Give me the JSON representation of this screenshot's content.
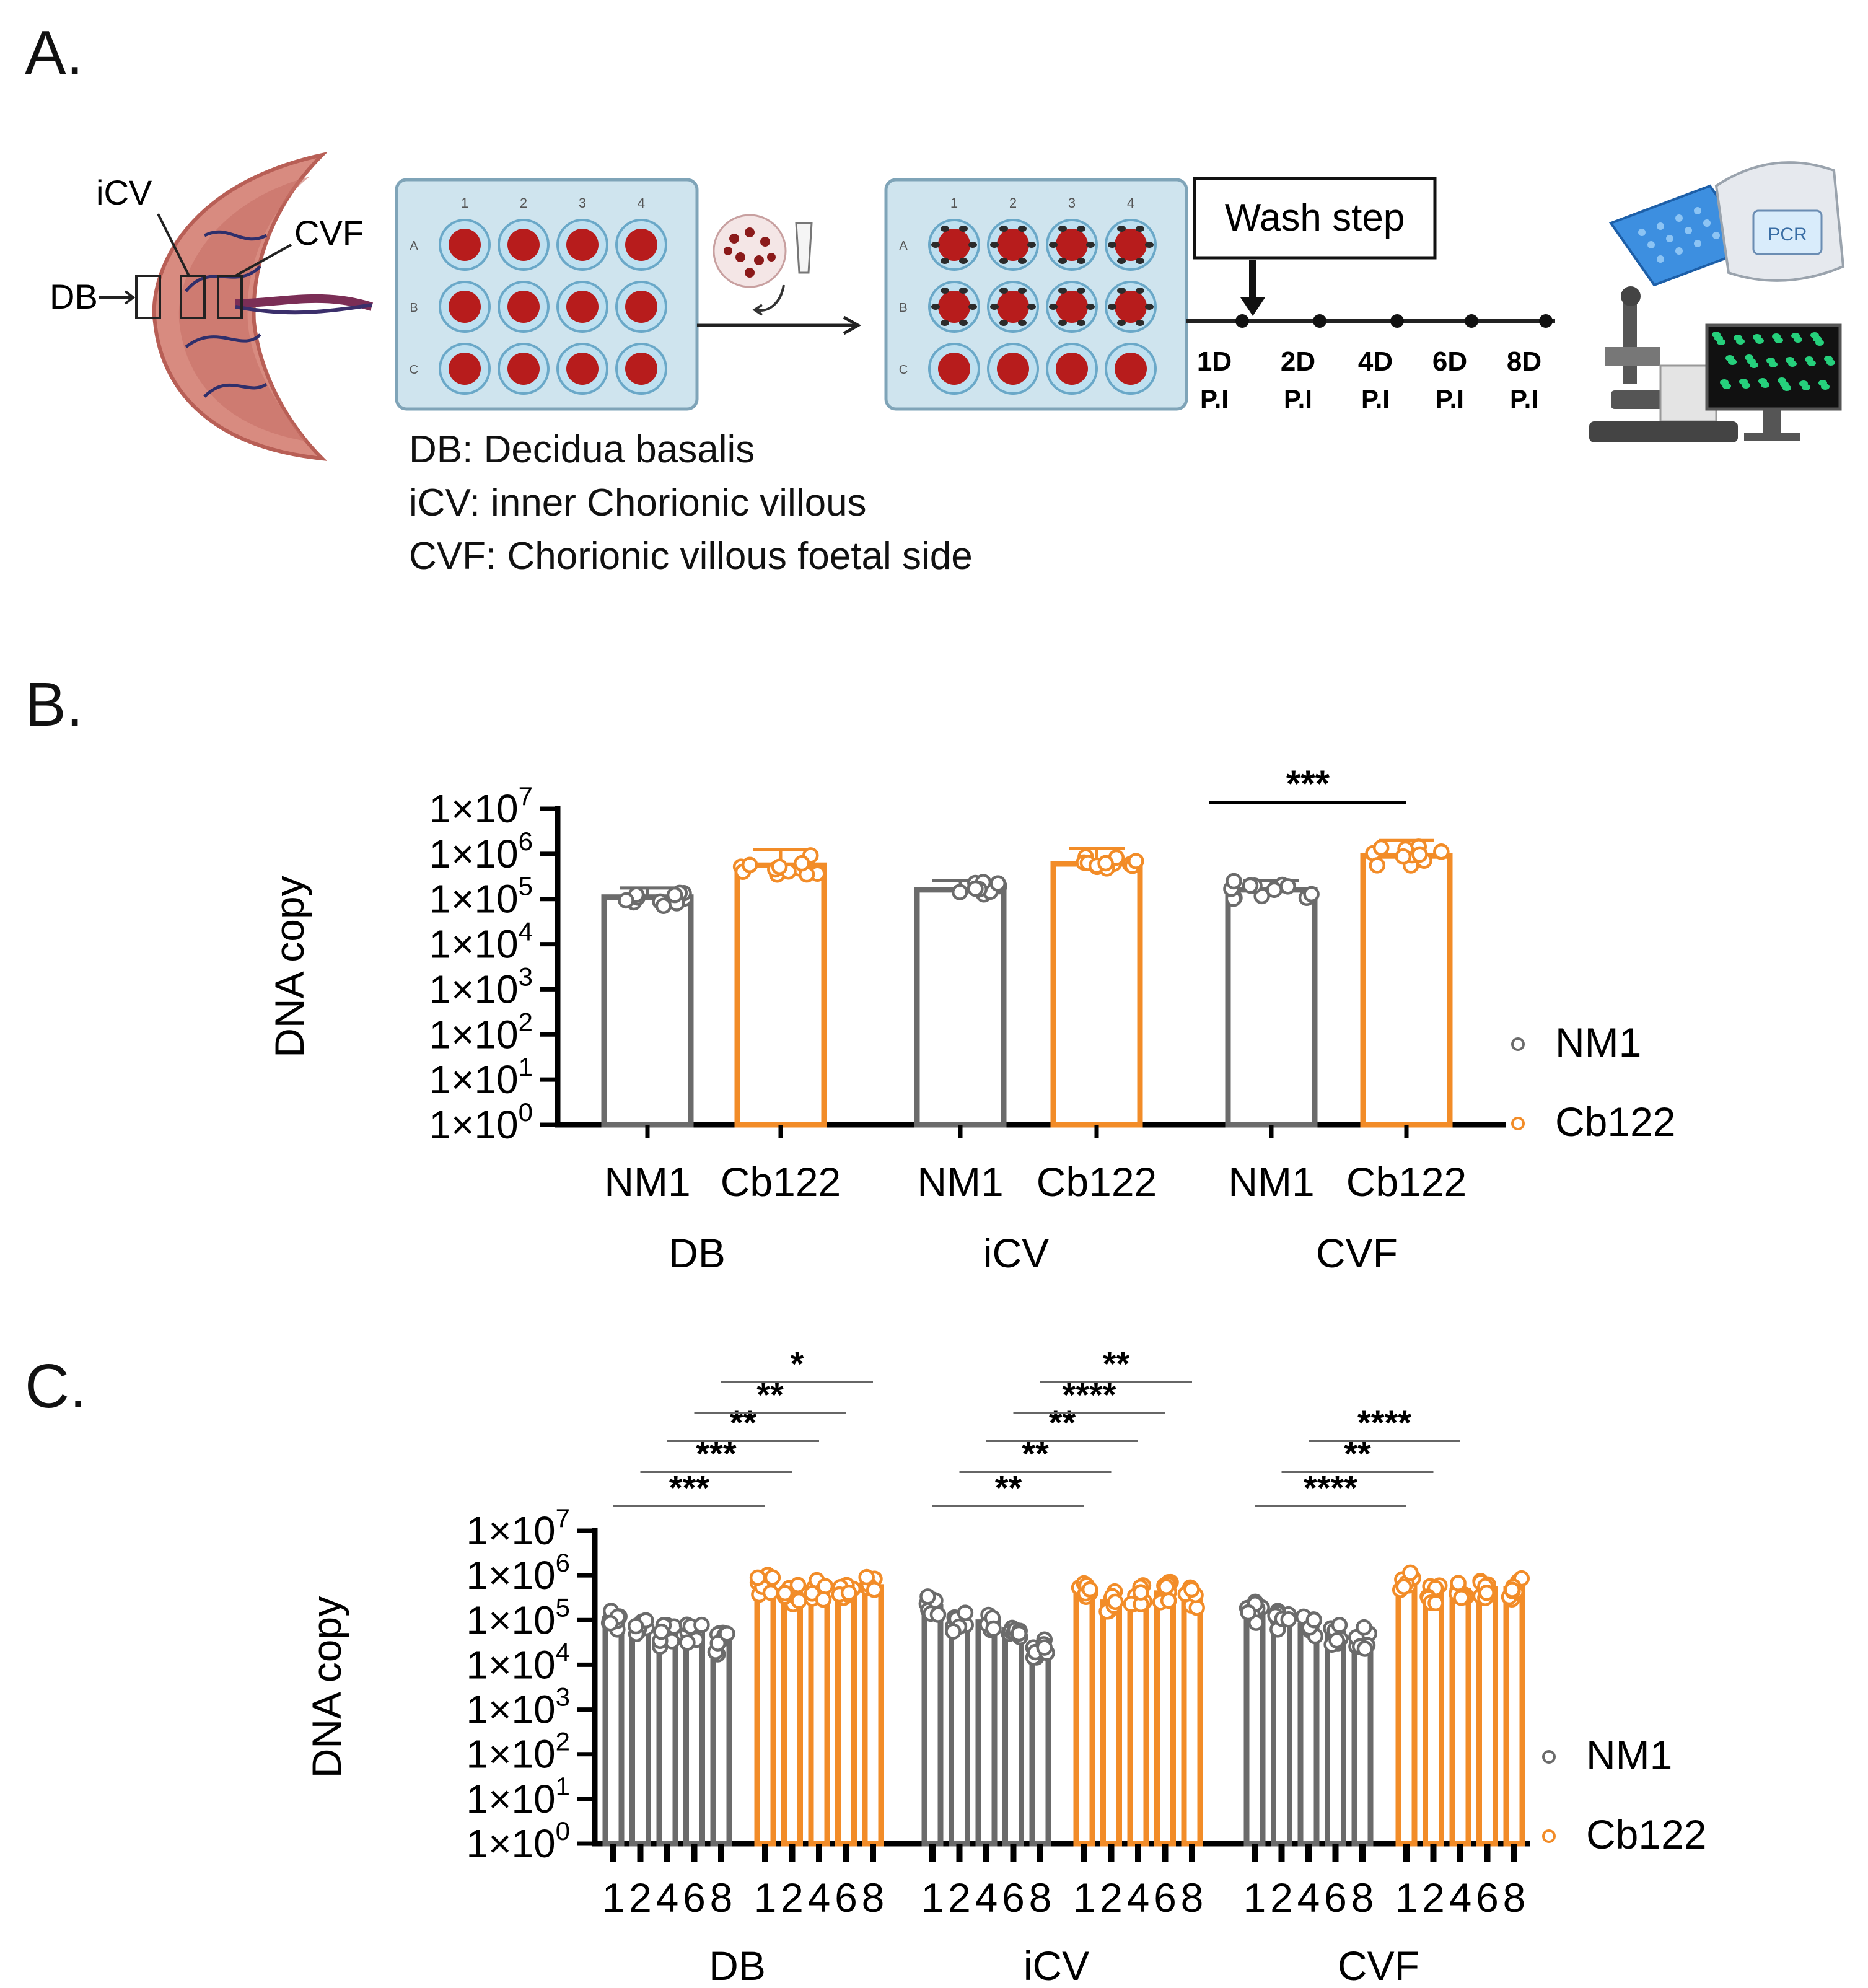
{
  "panels": {
    "a": "A.",
    "b": "B.",
    "c": "C."
  },
  "schematic": {
    "placenta_labels": {
      "icv": "iCV",
      "cvf": "CVF",
      "db": "DB"
    },
    "plate_cols": [
      "1",
      "2",
      "3",
      "4"
    ],
    "plate_rows": [
      "A",
      "B",
      "C"
    ],
    "wash_step": "Wash step",
    "timepoints": [
      {
        "day": "1D",
        "pi": "P.I"
      },
      {
        "day": "2D",
        "pi": "P.I"
      },
      {
        "day": "4D",
        "pi": "P.I"
      },
      {
        "day": "6D",
        "pi": "P.I"
      },
      {
        "day": "8D",
        "pi": "P.I"
      }
    ],
    "pcr_label": "PCR",
    "legend": [
      "DB: Decidua basalis",
      "iCV: inner Chorionic villous",
      "CVF: Chorionic villous foetal side"
    ]
  },
  "chart_data": [
    {
      "type": "bar",
      "panel": "B",
      "scale": "log10",
      "ylabel": "DNA copy",
      "ylim": [
        1,
        10000000
      ],
      "yticks": [
        "1×10⁰",
        "1×10¹",
        "1×10²",
        "1×10³",
        "1×10⁴",
        "1×10⁵",
        "1×10⁶",
        "1×10⁷"
      ],
      "groups": [
        "DB",
        "iCV",
        "CVF"
      ],
      "categories": [
        "NM1",
        "Cb122",
        "NM1",
        "Cb122",
        "NM1",
        "Cb122"
      ],
      "series": [
        {
          "name": "NM1",
          "color": "#6b6b6b",
          "values": [
            110000,
            null,
            160000,
            null,
            160000,
            null
          ]
        },
        {
          "name": "Cb122",
          "color": "#f28c28",
          "values": [
            null,
            560000,
            null,
            600000,
            null,
            900000
          ]
        }
      ],
      "annotations": [
        {
          "text": "***",
          "from": 4,
          "to": 5
        }
      ],
      "legend": [
        "NM1",
        "Cb122"
      ],
      "legend_position": "right"
    },
    {
      "type": "bar",
      "panel": "C",
      "scale": "log10",
      "ylabel": "DNA copy",
      "ylim": [
        1,
        10000000
      ],
      "yticks": [
        "1×10⁰",
        "1×10¹",
        "1×10²",
        "1×10³",
        "1×10⁴",
        "1×10⁵",
        "1×10⁶",
        "1×10⁷"
      ],
      "groups": [
        "DB",
        "iCV",
        "CVF"
      ],
      "x": [
        "1",
        "2",
        "4",
        "6",
        "8"
      ],
      "series": [
        {
          "name": "NM1",
          "color": "#6b6b6b",
          "values": [
            [
              95000,
              70000,
              45000,
              55000,
              30000
            ],
            [
              200000,
              90000,
              90000,
              60000,
              25000
            ],
            [
              150000,
              90000,
              75000,
              50000,
              40000
            ]
          ]
        },
        {
          "name": "Cb122",
          "color": "#f28c28",
          "values": [
            [
              600000,
              350000,
              450000,
              550000,
              550000
            ],
            [
              550000,
              250000,
              350000,
              400000,
              300000
            ],
            [
              700000,
              400000,
              450000,
              500000,
              500000
            ]
          ]
        }
      ],
      "annotations": [
        {
          "group": 0,
          "text": "***",
          "from": 0,
          "to": 0
        },
        {
          "group": 0,
          "text": "***",
          "from": 1,
          "to": 1
        },
        {
          "group": 0,
          "text": "**",
          "from": 2,
          "to": 2
        },
        {
          "group": 0,
          "text": "**",
          "from": 3,
          "to": 3
        },
        {
          "group": 0,
          "text": "*",
          "from": 4,
          "to": 4
        },
        {
          "group": 1,
          "text": "**",
          "from": 0,
          "to": 0
        },
        {
          "group": 1,
          "text": "**",
          "from": 1,
          "to": 1
        },
        {
          "group": 1,
          "text": "**",
          "from": 2,
          "to": 2
        },
        {
          "group": 1,
          "text": "****",
          "from": 3,
          "to": 3
        },
        {
          "group": 1,
          "text": "**",
          "from": 4,
          "to": 4
        },
        {
          "group": 2,
          "text": "****",
          "from": 0,
          "to": 0
        },
        {
          "group": 2,
          "text": "**",
          "from": 1,
          "to": 1
        },
        {
          "group": 2,
          "text": "****",
          "from": 2,
          "to": 2
        }
      ],
      "legend": [
        "NM1",
        "Cb122"
      ],
      "legend_position": "right"
    }
  ]
}
